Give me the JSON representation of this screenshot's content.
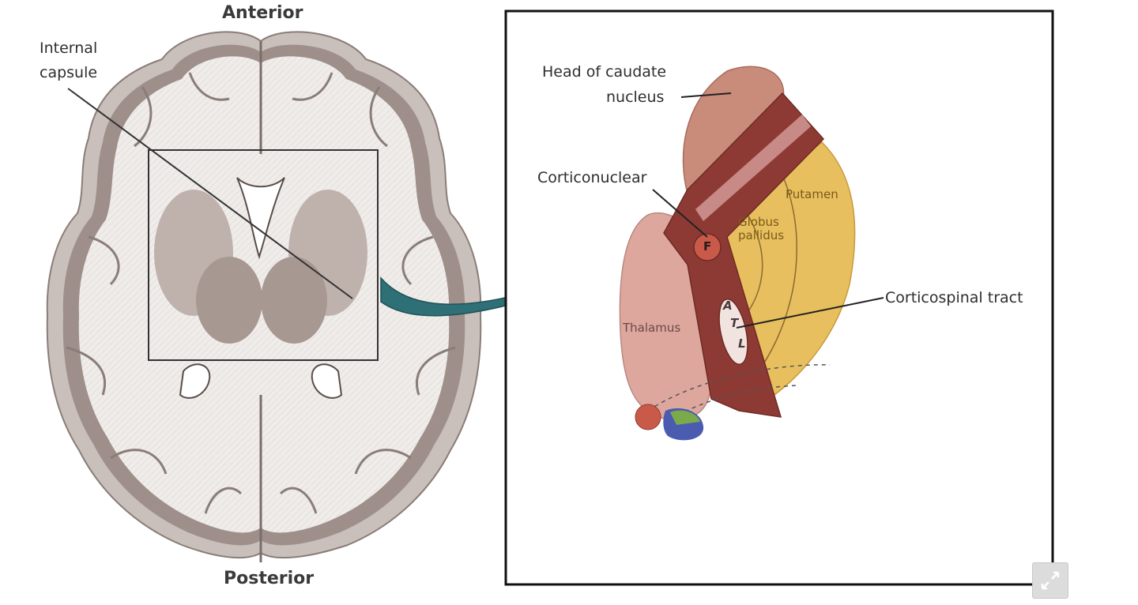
{
  "brain": {
    "anterior": "Anterior",
    "posterior": "Posterior",
    "internal_capsule": [
      "Internal",
      "capsule"
    ]
  },
  "inset": {
    "caudate": [
      "Head of caudate",
      "nucleus"
    ],
    "corticonuclear": "Corticonuclear",
    "putamen": "Putamen",
    "globus_pallidus": [
      "Globus",
      "pallidus"
    ],
    "corticospinal": "Corticospinal tract",
    "thalamus": "Thalamus",
    "letters": [
      "F",
      "A",
      "T",
      "L"
    ]
  },
  "colors": {
    "arrow": "#2f6f76",
    "capsule_tract": "#8e3a34",
    "putamen": "#e8bf5e",
    "thalamus": "#dda79e",
    "caudate": "#c98c7a"
  },
  "icons": {
    "expand": "expand-icon"
  }
}
